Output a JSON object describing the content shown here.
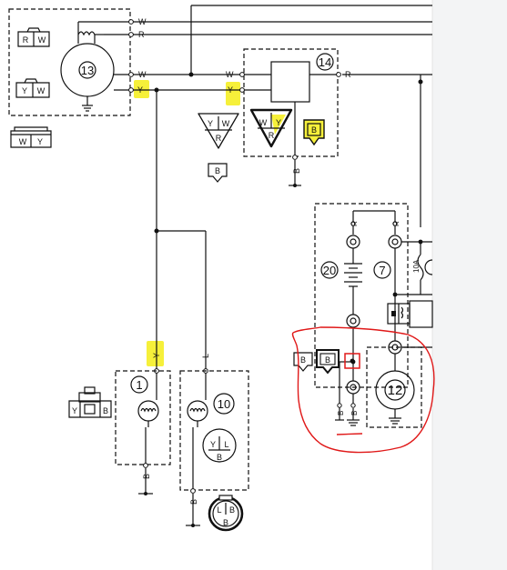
{
  "wire_colors": {
    "white": "W",
    "red": "R",
    "yellow": "Y",
    "black": "B",
    "blue": "L"
  },
  "components": {
    "c13": "13",
    "c14": "14",
    "c20": "20",
    "c7": "7",
    "c12": "12",
    "c1": "1",
    "c10": "10"
  },
  "fuse_label": "10A",
  "colors": {
    "highlight": "#f6f03a",
    "annotation": "#e01818",
    "line": "#111111",
    "scrollbar": "#f3f4f5"
  }
}
